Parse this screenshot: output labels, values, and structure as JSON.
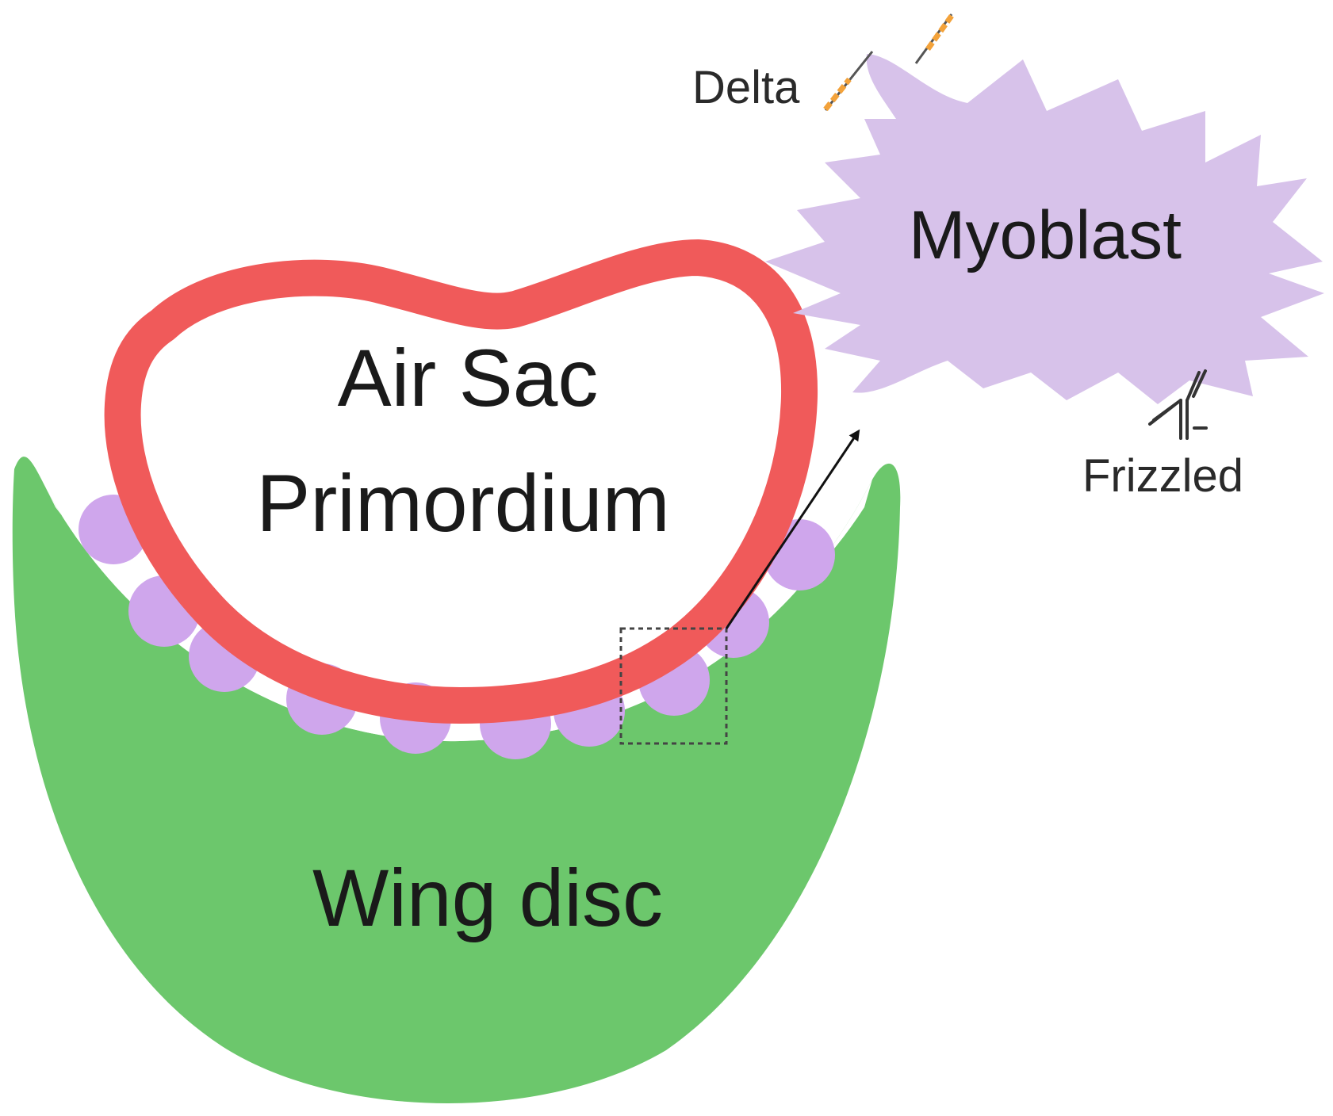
{
  "labels": {
    "air_sac_line1": "Air Sac",
    "air_sac_line2": "Primordium",
    "wing_disc": "Wing disc",
    "myoblast": "Myoblast",
    "delta": "Delta",
    "frizzled": "Frizzled"
  },
  "colors": {
    "wing_disc": "#6cc76c",
    "air_sac_outline": "#f05a5a",
    "myoblast": "#d7c2ea",
    "cells": "#cfa6ec",
    "arrow": "#111111",
    "dashed_box": "#444444",
    "delta_ligand": "#f3a23a",
    "frizzled_receptor": "#333333"
  }
}
